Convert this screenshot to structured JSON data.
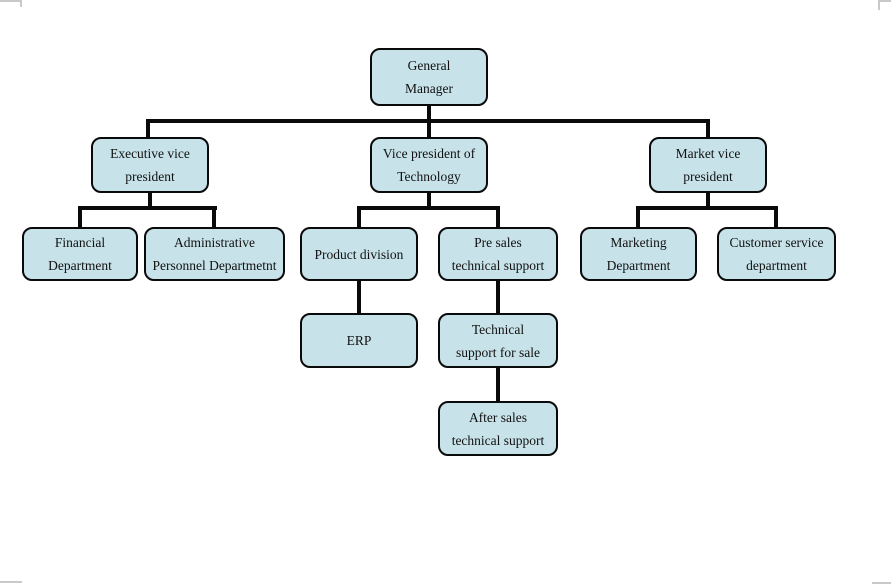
{
  "page": {
    "background": "#ffffff"
  },
  "diagram": {
    "type": "org-chart",
    "node_fill": "#c7e2e9",
    "node_border_color": "#0a0a0a",
    "connector_color": "#0a0a0a",
    "nodes": {
      "general_manager": {
        "label": "General\nManager"
      },
      "executive_vp": {
        "label": "Executive vice\npresident"
      },
      "vp_technology": {
        "label": "Vice president of\nTechnology"
      },
      "market_vp": {
        "label": "Market vice\npresident"
      },
      "financial": {
        "label": "Financial\nDepartment"
      },
      "admin_personnel": {
        "label": "Administrative\nPersonnel Departmetnt"
      },
      "product_division": {
        "label": "Product division"
      },
      "pre_sales": {
        "label": "Pre sales\ntechnical support"
      },
      "marketing": {
        "label": "Marketing\nDepartment"
      },
      "customer_service": {
        "label": "Customer service\ndepartment"
      },
      "erp": {
        "label": "ERP"
      },
      "tech_support_sale": {
        "label": "Technical\nsupport for sale"
      },
      "after_sales": {
        "label": "After sales\ntechnical support"
      }
    },
    "edges": [
      {
        "from": "general_manager",
        "to": "executive_vp"
      },
      {
        "from": "general_manager",
        "to": "vp_technology"
      },
      {
        "from": "general_manager",
        "to": "market_vp"
      },
      {
        "from": "executive_vp",
        "to": "financial"
      },
      {
        "from": "executive_vp",
        "to": "admin_personnel"
      },
      {
        "from": "vp_technology",
        "to": "product_division"
      },
      {
        "from": "vp_technology",
        "to": "pre_sales"
      },
      {
        "from": "market_vp",
        "to": "marketing"
      },
      {
        "from": "market_vp",
        "to": "customer_service"
      },
      {
        "from": "product_division",
        "to": "erp"
      },
      {
        "from": "pre_sales",
        "to": "tech_support_sale"
      },
      {
        "from": "tech_support_sale",
        "to": "after_sales"
      }
    ]
  }
}
